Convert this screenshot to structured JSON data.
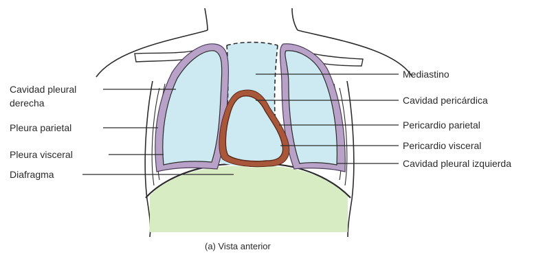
{
  "labels_left": {
    "cavidad_pleural_derecha_1": "Cavidad pleural",
    "cavidad_pleural_derecha_2": "derecha",
    "pleura_parietal": "Pleura parietal",
    "pleura_visceral": "Pleura visceral",
    "diafragma": "Diafragma"
  },
  "labels_right": {
    "mediastino": "Mediastino",
    "cavidad_pericardica": "Cavidad pericárdica",
    "pericardio_parietal": "Pericardio parietal",
    "pericardio_visceral": "Pericardio visceral",
    "cavidad_pleural_izquierda": "Cavidad pleural izquierda"
  },
  "caption": "(a) Vista anterior",
  "colors": {
    "lung_fill": "#cdeaf2",
    "pleura": "#b9a2c8",
    "pericardium": "#a8573b",
    "diaphragm_fill": "#d8ecc4",
    "outline": "#2b2b2b"
  }
}
